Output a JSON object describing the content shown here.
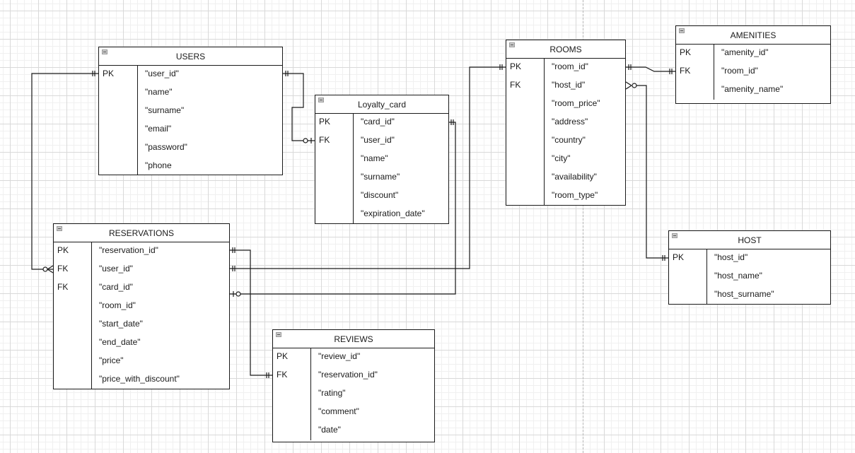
{
  "diagram": {
    "type": "er-diagram",
    "entities": {
      "users": {
        "title": "USERS",
        "keys": [
          "PK",
          "",
          "",
          "",
          "",
          ""
        ],
        "fields": [
          "\"user_id\"",
          "\"name\"",
          "\"surname\"",
          "\"email\"",
          "\"password\"",
          "\"phone"
        ]
      },
      "loyalty_card": {
        "title": "Loyalty_card",
        "keys": [
          "PK",
          "FK",
          "",
          "",
          "",
          ""
        ],
        "fields": [
          "\"card_id\"",
          "\"user_id\"",
          "\"name\"",
          "\"surname\"",
          "\"discount\"",
          "\"expiration_date\""
        ]
      },
      "rooms": {
        "title": "ROOMS",
        "keys": [
          "PK",
          "FK",
          "",
          "",
          "",
          "",
          "",
          ""
        ],
        "fields": [
          "\"room_id\"",
          "\"host_id\"",
          "\"room_price\"",
          "\"address\"",
          "\"country\"",
          "\"city\"",
          "\"availability\"",
          "\"room_type\""
        ]
      },
      "amenities": {
        "title": "AMENITIES",
        "keys": [
          "PK",
          "FK",
          ""
        ],
        "fields": [
          "\"amenity_id\"",
          "\"room_id\"",
          "\"amenity_name\""
        ]
      },
      "host": {
        "title": "HOST",
        "keys": [
          "PK",
          "",
          ""
        ],
        "fields": [
          "\"host_id\"",
          "\"host_name\"",
          "\"host_surname\""
        ]
      },
      "reservations": {
        "title": "RESERVATIONS",
        "keys": [
          "PK",
          "FK",
          "FK",
          "",
          "",
          "",
          "",
          ""
        ],
        "fields": [
          "\"reservation_id\"",
          "\"user_id\"",
          "\"card_id\"",
          "\"room_id\"",
          "\"start_date\"",
          "\"end_date\"",
          "\"price\"",
          "\"price_with_discount\""
        ]
      },
      "reviews": {
        "title": "REVIEWS",
        "keys": [
          "PK",
          "FK",
          "",
          "",
          ""
        ],
        "fields": [
          "\"review_id\"",
          "\"reservation_id\"",
          "\"rating\"",
          "\"comment\"",
          "\"date\""
        ]
      }
    },
    "relationships": [
      {
        "from": "USERS.user_id",
        "to": "RESERVATIONS.user_id",
        "from_cardinality": "exactly-one",
        "to_cardinality": "zero-or-many"
      },
      {
        "from": "USERS.user_id",
        "to": "Loyalty_card.user_id",
        "from_cardinality": "exactly-one",
        "to_cardinality": "zero-or-one"
      },
      {
        "from": "Loyalty_card.card_id",
        "to": "RESERVATIONS.card_id",
        "from_cardinality": "exactly-one",
        "to_cardinality": "zero-or-one"
      },
      {
        "from": "ROOMS.room_id",
        "to": "RESERVATIONS.room_id",
        "from_cardinality": "exactly-one",
        "to_cardinality": "exactly-one"
      },
      {
        "from": "ROOMS.room_id",
        "to": "AMENITIES.room_id",
        "from_cardinality": "exactly-one",
        "to_cardinality": "exactly-one"
      },
      {
        "from": "HOST.host_id",
        "to": "ROOMS.host_id",
        "from_cardinality": "exactly-one",
        "to_cardinality": "zero-or-many"
      },
      {
        "from": "RESERVATIONS.reservation_id",
        "to": "REVIEWS.reservation_id",
        "from_cardinality": "exactly-one",
        "to_cardinality": "exactly-one"
      }
    ]
  }
}
